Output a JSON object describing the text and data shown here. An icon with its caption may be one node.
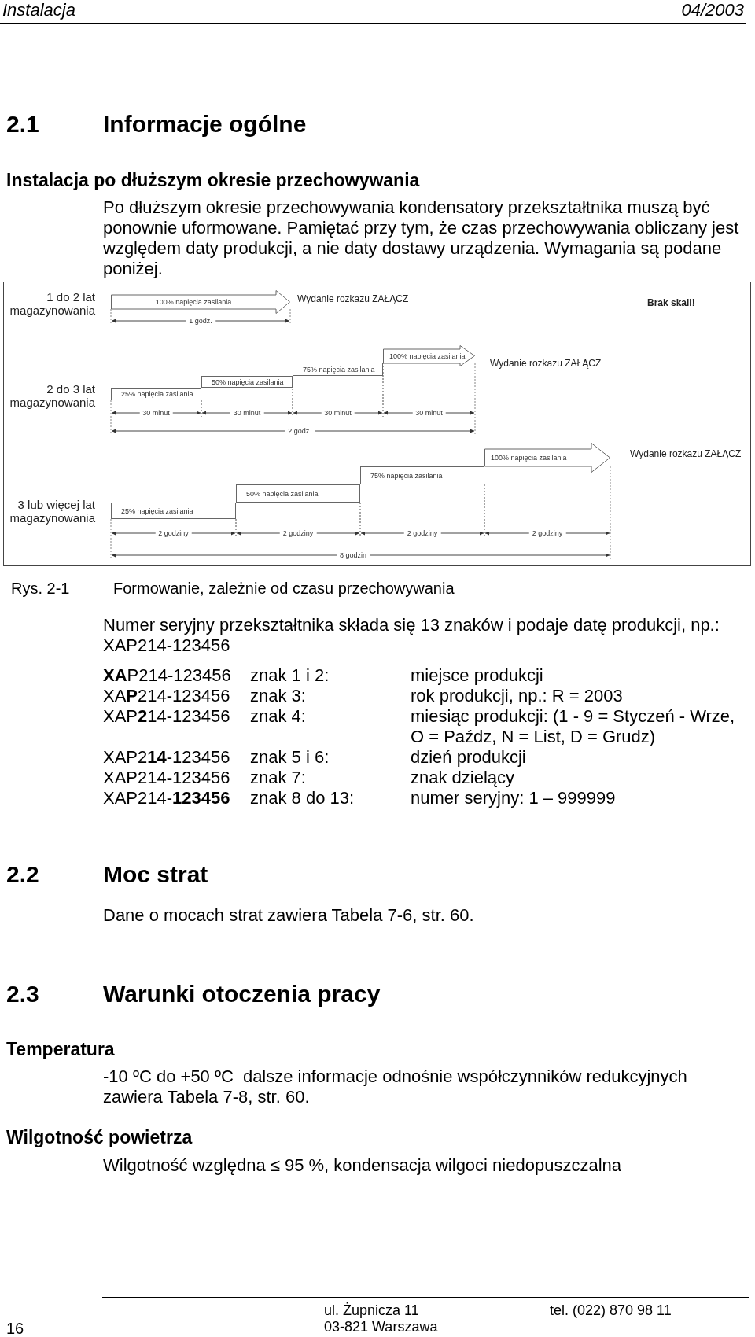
{
  "diagram": {
    "nodes": [
      {
        "text": [
          "100% napięcia zasilania"
        ],
        "beside": [
          "Wydanie rozkazu ZAŁĄCZ"
        ]
      },
      {
        "text": [
          "25% napięcia zasilania"
        ]
      },
      {
        "text": [
          "50% napięcia zasilania"
        ]
      },
      {
        "text": [
          "75% napięcia zasilania"
        ]
      },
      {
        "text": [
          "100% napięcia zasilania"
        ],
        "beside": [
          "Wydanie rozkazu ZAŁĄCZ"
        ]
      },
      {
        "text": [
          "25% napięcia zasilania"
        ]
      },
      {
        "text": [
          "50% napięcia zasilania"
        ]
      },
      {
        "text": [
          "75% napięcia zasilania"
        ]
      },
      {
        "text": [
          "100% napięcia zasilania"
        ],
        "beside": [
          "Wydanie rozkazu ZAŁĄCZ"
        ]
      }
    ],
    "labels": [
      "Instalacja",
      "04/2003",
      "2.1",
      "Informacje ogólne",
      "Instalacja po dłuższym okresie przechowywania",
      "Po dłuższym okresie przechowywania kondensatory przekształtnika muszą być ponownie uformowane. Pamiętać przy tym, że czas przechowywania obliczany jest względem daty produkcji, a nie daty dostawy urządzenia. Wymagania są podane poniżej.",
      "1 do 2 lat magazynowania",
      "2 do 3 lat magazynowania",
      "3 lub więcej lat magazynowania",
      "Brak skali!",
      "1 godz.",
      "30 minut",
      "30 minut",
      "30 minut",
      "30 minut",
      "2 godz.",
      "2 godziny",
      "2 godziny",
      "2 godziny",
      "2 godziny",
      "8 godzin",
      "Rys. 2-1",
      "Formowanie, zależnie od czasu przechowywania",
      "Numer seryjny przekształtnika składa się 13 znaków i podaje datę produkcji, np.: XAP214-123456",
      "**XA**P214-123456",
      "znak 1 i 2:",
      "miejsce produkcji",
      "XA**P**214-123456",
      "znak 3:",
      "rok produkcji, np.: R = 2003",
      "XAP**2**14-123456",
      "znak 4:",
      "miesiąc produkcji: (1 - 9 = Styczeń - Wrze, O = Paźdz, N = List, D = Grudz)",
      "XAP2**14**-123456",
      "znak 5 i 6:",
      "dzień produkcji",
      "XAP214**-**123456",
      "znak 7:",
      "znak dzielący",
      "XAP214-**123456**",
      "znak 8 do 13:",
      "numer seryjny: 1 – 999999",
      "2.2",
      "Moc strat",
      "Dane o mocach strat zawiera Tabela 7-6, str. 60.",
      "2.3",
      "Warunki otoczenia pracy",
      "Temperatura",
      "-10 ºC do +50 ºC",
      "dalsze informacje odnośnie współczynników redukcyjnych zawiera Tabela 7-8, str. 60.",
      "Wilgotność powietrza",
      "Wilgotność względna ≤ 95 %, kondensacja wilgoci niedopuszczalna",
      "16",
      "ul. Żupnicza 11",
      "tel. (022) 870 98 11",
      "03-821 Warszawa"
    ]
  }
}
